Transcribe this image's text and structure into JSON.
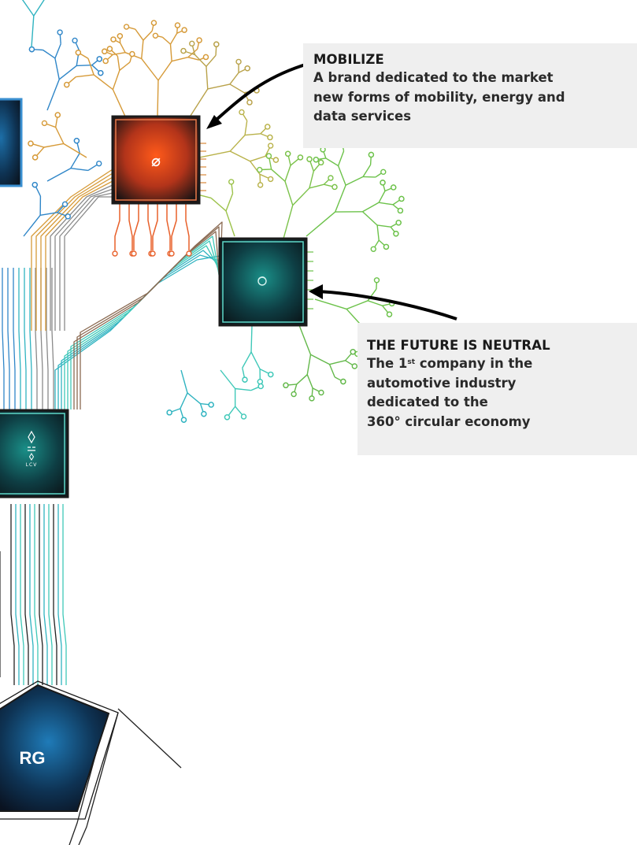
{
  "colors": {
    "blue": "#2f86c8",
    "cyan": "#2fb3c0",
    "orange": "#e8602a",
    "gold": "#d69a38",
    "green": "#6cc24a",
    "teal": "#3fc8b8",
    "chip_dark": "#0f1c24",
    "callout_bg": "#efefef"
  },
  "chips": {
    "mobilize": {
      "logo": "mobilize-slash-logo",
      "glyph": "⌀"
    },
    "neutral": {
      "logo": "the-future-is-neutral-logo"
    },
    "renault_lcv": {
      "logo_sub": "LCV"
    },
    "group": {
      "label": "RG"
    }
  },
  "callouts": {
    "mobilize": {
      "title": "MOBILIZE",
      "lines": [
        "A brand dedicated to the market",
        "new forms of mobility, energy and",
        "data services"
      ]
    },
    "neutral": {
      "title": "THE FUTURE IS NEUTRAL",
      "line1_pre": "The 1",
      "line1_sup": "st",
      "line1_post": " company in the",
      "lines": [
        "automotive industry",
        "dedicated to the",
        "360° circular economy"
      ]
    }
  }
}
